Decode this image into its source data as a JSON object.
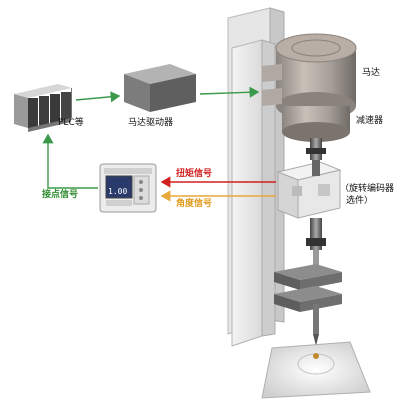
{
  "nodes": {
    "plc": {
      "label": "PLC等"
    },
    "motor_driver": {
      "label": "马达驱动器"
    },
    "motor": {
      "label": "马达"
    },
    "reducer": {
      "label": "减速器"
    },
    "encoder_line1": {
      "label": "（旋转编码器"
    },
    "encoder_line2": {
      "label": "选件）"
    },
    "meter": {
      "screen_value": "1.00"
    }
  },
  "edges": {
    "contact_signal": {
      "label": "接点信号"
    },
    "torque_signal": {
      "label": "扭矩信号"
    },
    "angle_signal": {
      "label": "角度信号"
    }
  },
  "colors": {
    "green_line": "#3a9a4a",
    "red_line": "#d02020",
    "orange_line": "#e8a73a"
  }
}
